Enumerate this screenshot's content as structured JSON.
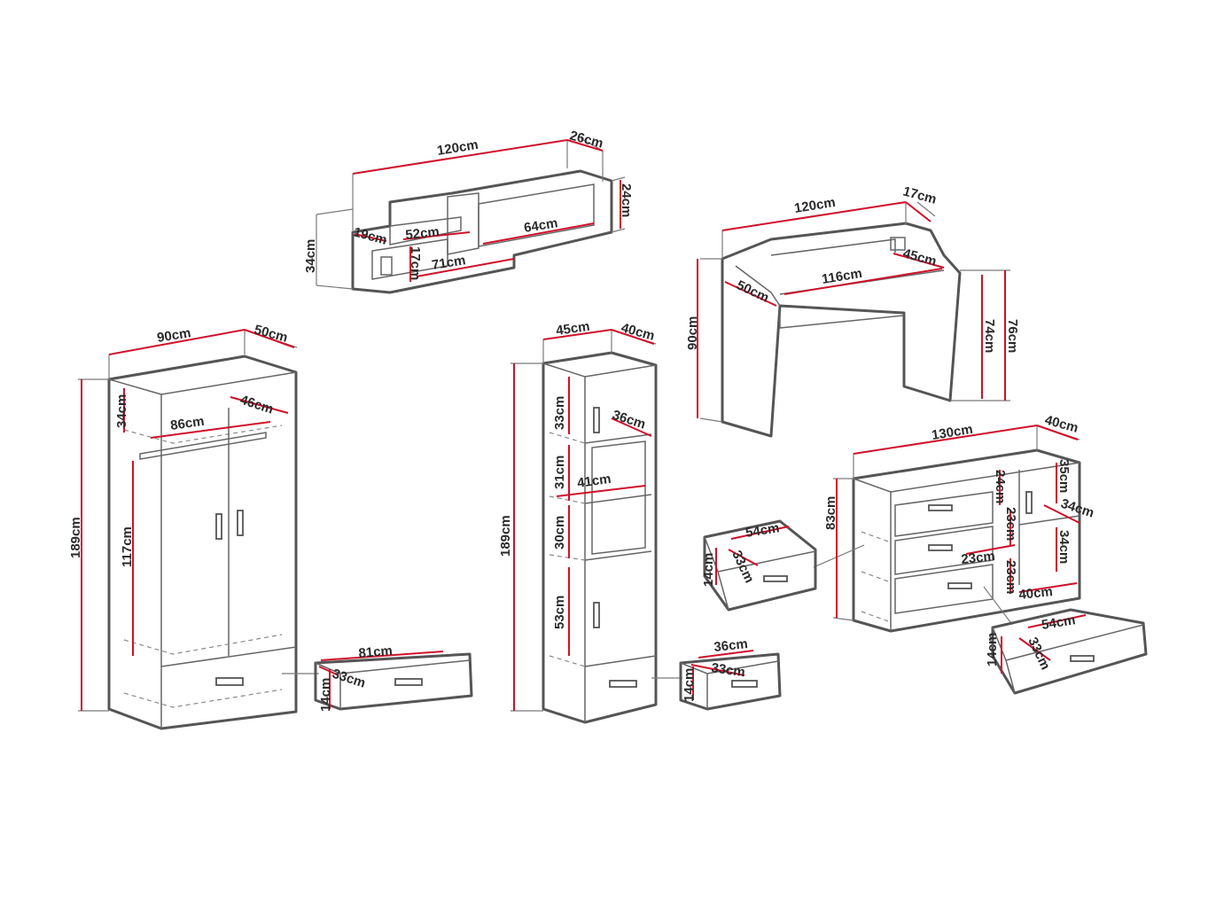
{
  "colors": {
    "outline": "#555555",
    "dimension_line": "#d0102a",
    "label_text": "#2a2a2a",
    "background": "#ffffff"
  },
  "wall_shelf": {
    "width": "120cm",
    "depth": "26cm",
    "right_height": "24cm",
    "left_height": "34cm",
    "left_compartment_width": "19cm",
    "upper_inner_width": "52cm",
    "right_box_inner_width": "64cm",
    "lower_inner_height": "17cm",
    "lower_inner_width": "71cm"
  },
  "desk": {
    "width": "120cm",
    "top_shelf_depth": "17cm",
    "height": "90cm",
    "depth": "50cm",
    "inner_width": "116cm",
    "shelf_depth": "45cm",
    "leg_inner_height": "74cm",
    "leg_outer_height": "76cm"
  },
  "wardrobe": {
    "width": "90cm",
    "depth": "50cm",
    "height": "189cm",
    "top_shelf_height": "34cm",
    "inner_depth": "46cm",
    "rail_width": "86cm",
    "hanging_height": "117cm",
    "drawer": {
      "width": "81cm",
      "depth": "33cm",
      "height": "14cm"
    }
  },
  "bookcase": {
    "width": "45cm",
    "depth": "40cm",
    "height": "189cm",
    "upper_compartment": "33cm",
    "inner_depth": "36cm",
    "middle_compartment": "31cm",
    "inner_width": "41cm",
    "lower_open_compartment": "30cm",
    "cabinet_height": "53cm",
    "drawer": {
      "width": "36cm",
      "depth": "33cm",
      "height": "14cm"
    }
  },
  "chest_of_drawers": {
    "width": "130cm",
    "depth": "40cm",
    "height": "83cm",
    "drawer_gap_upper": "24cm",
    "drawer_gap_middle": "23cm",
    "drawer_gap_width": "23cm",
    "drawer_gap_lower": "23cm",
    "cabinet_upper": "35cm",
    "cabinet_depth": "34cm",
    "cabinet_lower": "34cm",
    "inner_depth": "40cm",
    "drawer_left": {
      "width": "54cm",
      "depth": "33cm",
      "height": "14cm"
    },
    "drawer_right": {
      "width": "54cm",
      "depth": "33cm",
      "height": "14cm"
    }
  }
}
